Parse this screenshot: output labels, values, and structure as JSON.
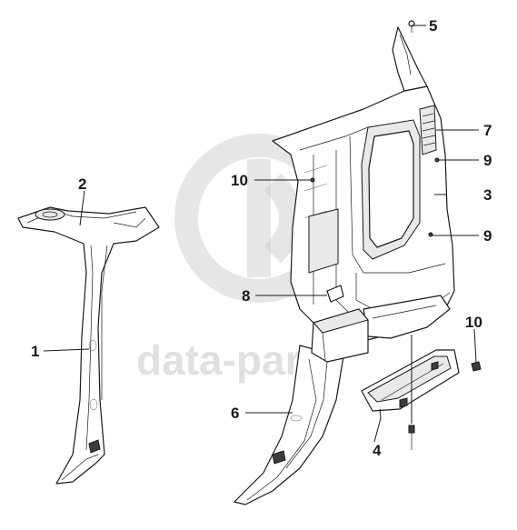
{
  "watermark": {
    "text": "data-parts"
  },
  "callouts": [
    {
      "id": "1",
      "label": "1"
    },
    {
      "id": "2",
      "label": "2"
    },
    {
      "id": "3",
      "label": "3"
    },
    {
      "id": "4",
      "label": "4"
    },
    {
      "id": "5",
      "label": "5"
    },
    {
      "id": "6",
      "label": "6"
    },
    {
      "id": "7",
      "label": "7"
    },
    {
      "id": "8",
      "label": "8"
    },
    {
      "id": "9a",
      "label": "9"
    },
    {
      "id": "9b",
      "label": "9"
    },
    {
      "id": "10a",
      "label": "10"
    },
    {
      "id": "10b",
      "label": "10"
    }
  ]
}
